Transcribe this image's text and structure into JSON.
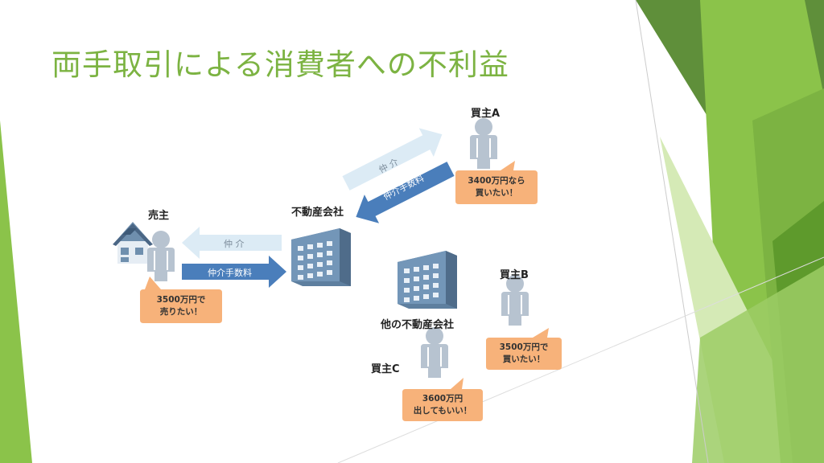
{
  "title": "両手取引による消費者への不利益",
  "labels": {
    "seller": "売主",
    "company": "不動産会社",
    "other_company": "他の不動産会社",
    "buyer_a": "買主A",
    "buyer_b": "買主B",
    "buyer_c": "買主C"
  },
  "bubbles": {
    "seller": [
      "3500万円で",
      "売りたい！"
    ],
    "buyer_a": [
      "3400万円なら",
      "買いたい！"
    ],
    "buyer_b": [
      "3500万円で",
      "買いたい！"
    ],
    "buyer_c": [
      "3600万円",
      "出してもいい！"
    ]
  },
  "arrows": {
    "mediation": "仲 介",
    "fee": "仲介手数料"
  },
  "colors": {
    "title": "#7cb342",
    "light_arrow": "#dcebf5",
    "dark_arrow": "#4a7ebb",
    "bubble": "#f7b27a",
    "person": "#b7c3d0",
    "building": "#6f8fae"
  }
}
